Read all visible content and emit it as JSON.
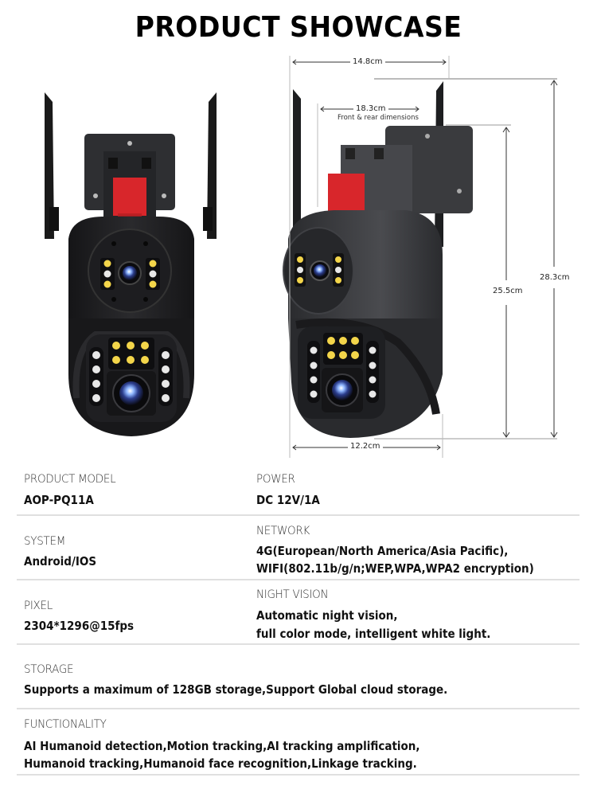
{
  "header": {
    "title": "PRODUCT SHOWCASE"
  },
  "dimensions": {
    "width_top": "14.8cm",
    "front_rear": "18.3cm",
    "front_rear_note": "Front & rear dimensions",
    "height_body": "25.5cm",
    "height_total": "28.3cm",
    "width_bottom": "12.2cm"
  },
  "colors": {
    "camera_body": "#1c1c1e",
    "camera_body_side": "#3a3b3e",
    "mount_red": "#d8262b",
    "led_yellow": "#f3d54a",
    "led_white": "#e8e8e8",
    "divider": "#e0e0e0"
  },
  "specs": {
    "product_model": {
      "label": "PRODUCT MODEL",
      "value": "AOP-PQ11A"
    },
    "power": {
      "label": "POWER",
      "value": "DC 12V/1A"
    },
    "system": {
      "label": "SYSTEM",
      "value": "Android/IOS"
    },
    "network": {
      "label": "NETWORK",
      "lines": [
        "4G(European/North America/Asia Pacific),",
        "WIFI(802.11b/g/n;WEP,WPA,WPA2 encryption)"
      ]
    },
    "pixel": {
      "label": "PIXEL",
      "value": "2304*1296@15fps"
    },
    "night_vision": {
      "label": "NIGHT VISION",
      "lines": [
        "Automatic night vision,",
        "full color mode, intelligent white light."
      ]
    },
    "storage": {
      "label": "STORAGE",
      "value": "Supports a maximum of 128GB storage,Support Global cloud storage."
    },
    "functionality": {
      "label": "FUNCTIONALITY",
      "lines": [
        "AI Humanoid detection,Motion tracking,AI tracking amplification,",
        "Humanoid tracking,Humanoid face recognition,Linkage tracking."
      ]
    }
  }
}
